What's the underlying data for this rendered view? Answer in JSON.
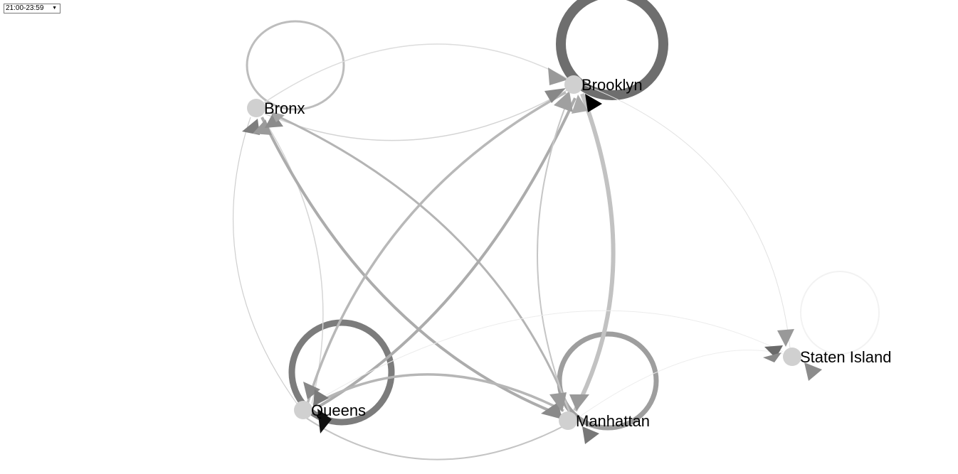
{
  "time_selector": {
    "selected": "21:00-23:59"
  },
  "graph": {
    "nodes": [
      {
        "id": "bronx",
        "label": "Bronx"
      },
      {
        "id": "brooklyn",
        "label": "Brooklyn"
      },
      {
        "id": "queens",
        "label": "Queens"
      },
      {
        "id": "manhattan",
        "label": "Manhattan"
      },
      {
        "id": "staten",
        "label": "Staten Island"
      }
    ]
  }
}
